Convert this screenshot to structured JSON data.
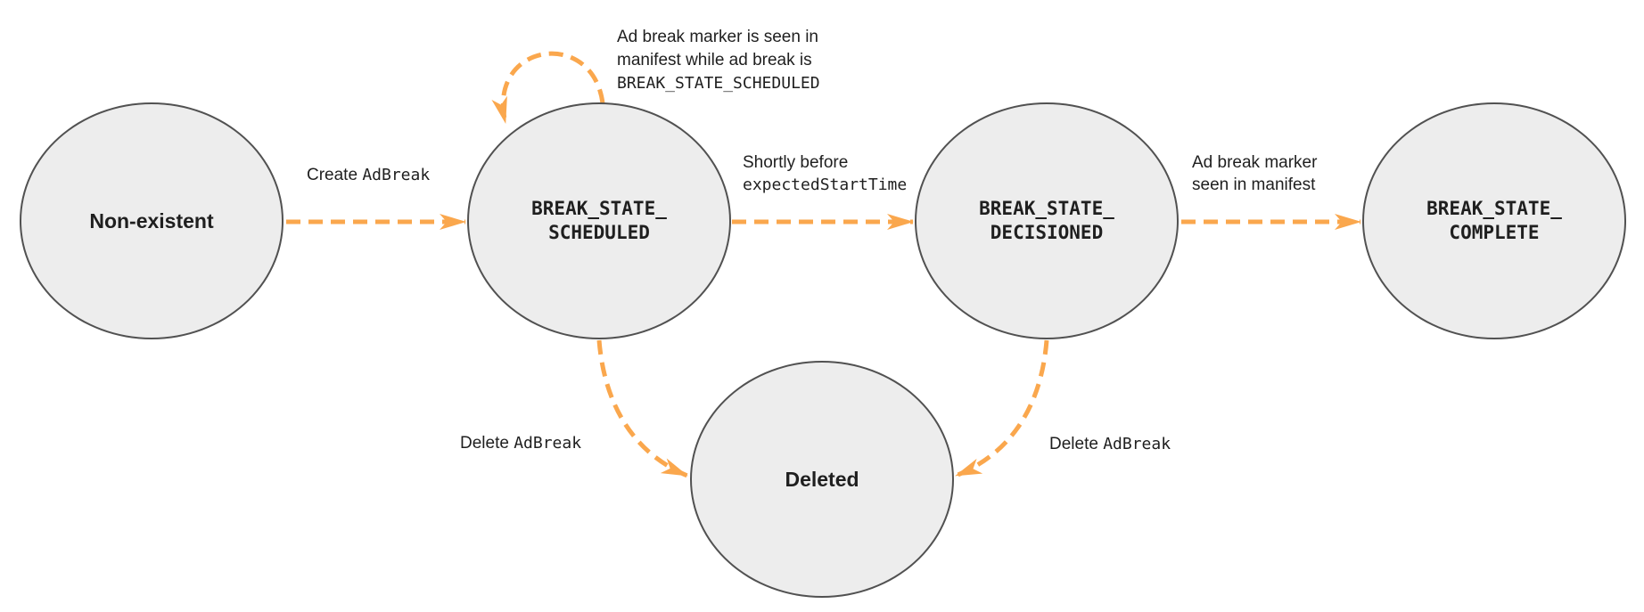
{
  "colors": {
    "arrow": "#FAA74D",
    "state_fill": "#EDEDED",
    "state_border": "#515151",
    "text": "#1F1F1F",
    "background": "#FFFFFF"
  },
  "states": {
    "non_existent": {
      "label": "Non-existent"
    },
    "scheduled": {
      "line1": "BREAK_STATE_",
      "line2": "SCHEDULED"
    },
    "decisioned": {
      "line1": "BREAK_STATE_",
      "line2": "DECISIONED"
    },
    "complete": {
      "line1": "BREAK_STATE_",
      "line2": "COMPLETE"
    },
    "deleted": {
      "label": "Deleted"
    }
  },
  "transitions": {
    "create": {
      "part1": "Create ",
      "part2": "AdBreak"
    },
    "self_loop": {
      "line1": "Ad break marker is seen in",
      "line2": "manifest while ad break is",
      "line3": "BREAK_STATE_SCHEDULED"
    },
    "shortly": {
      "line1": "Shortly before",
      "line2": "expectedStartTime"
    },
    "marker_seen": {
      "line1": "Ad break marker",
      "line2": "seen in manifest"
    },
    "delete_scheduled": {
      "part1": "Delete ",
      "part2": "AdBreak"
    },
    "delete_decisioned": {
      "part1": "Delete ",
      "part2": "AdBreak"
    }
  }
}
